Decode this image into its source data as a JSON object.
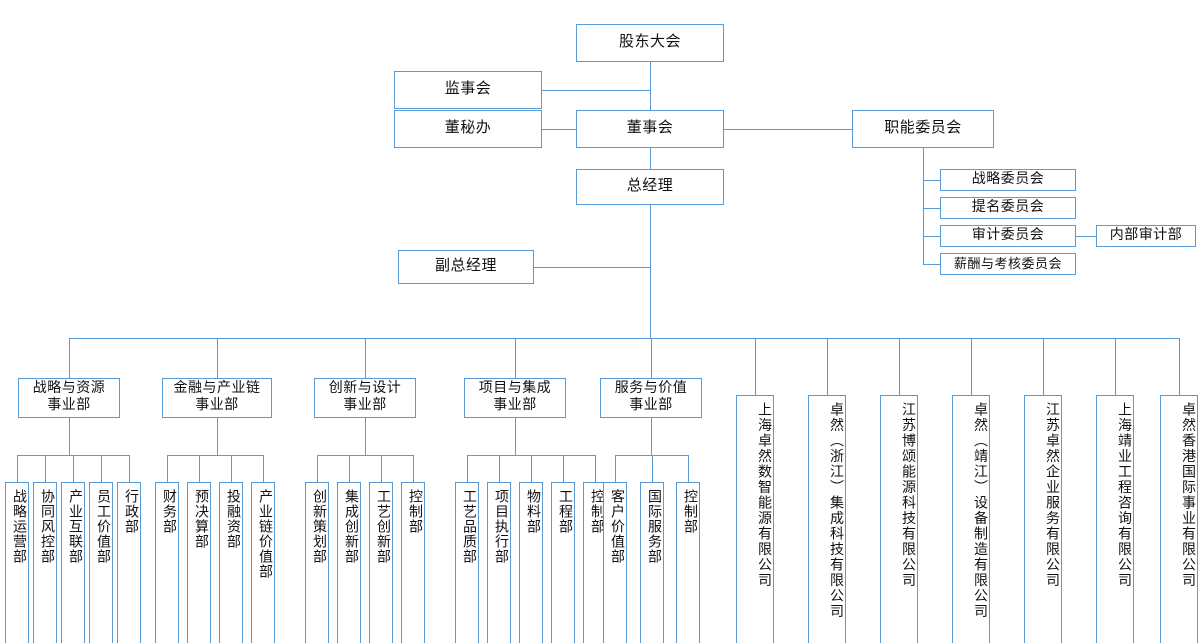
{
  "meta": {
    "title": "公司组织结构图",
    "accent_color": "#5B9BD5",
    "box_fill": "#FFFFFF",
    "text_color": "#111111"
  },
  "governance": {
    "shareholders_meeting": "股东大会",
    "supervisory_board": "监事会",
    "board_secretary_office": "董秘办",
    "board_of_directors": "董事会",
    "functional_committee": "职能委员会",
    "general_manager": "总经理",
    "deputy_general_manager": "副总经理"
  },
  "committees": [
    {
      "label": "战略委员会"
    },
    {
      "label": "提名委员会"
    },
    {
      "label": "审计委员会"
    },
    {
      "label": "薪酬与考核委员会"
    }
  ],
  "audit_department": "内部审计部",
  "divisions": [
    {
      "name": "战略与资源\n事业部",
      "name_line1": "战略与资源",
      "name_line2": "事业部",
      "departments": [
        "战略运营部",
        "协同风控部",
        "产业互联部",
        "员工价值部",
        "行政部"
      ]
    },
    {
      "name": "金融与产业链\n事业部",
      "name_line1": "金融与产业链",
      "name_line2": "事业部",
      "departments": [
        "财务部",
        "预决算部",
        "投融资部",
        "产业链价值部"
      ]
    },
    {
      "name": "创新与设计\n事业部",
      "name_line1": "创新与设计",
      "name_line2": "事业部",
      "departments": [
        "创新策划部",
        "集成创新部",
        "工艺创新部",
        "控制部"
      ]
    },
    {
      "name": "项目与集成\n事业部",
      "name_line1": "项目与集成",
      "name_line2": "事业部",
      "departments": [
        "工艺品质部",
        "项目执行部",
        "物料部",
        "工程部",
        "控制部"
      ]
    },
    {
      "name": "服务与价值\n事业部",
      "name_line1": "服务与价值",
      "name_line2": "事业部",
      "departments": [
        "客户价值部",
        "国际服务部",
        "控制部"
      ]
    }
  ],
  "subsidiaries": [
    "上海卓然数智能源有限公司",
    "卓然（浙江）集成科技有限公司",
    "江苏博颂能源科技有限公司",
    "卓然（靖江）设备制造有限公司",
    "江苏卓然企业服务有限公司",
    "上海靖业工程咨询有限公司",
    "卓然香港国际事业有限公司"
  ]
}
